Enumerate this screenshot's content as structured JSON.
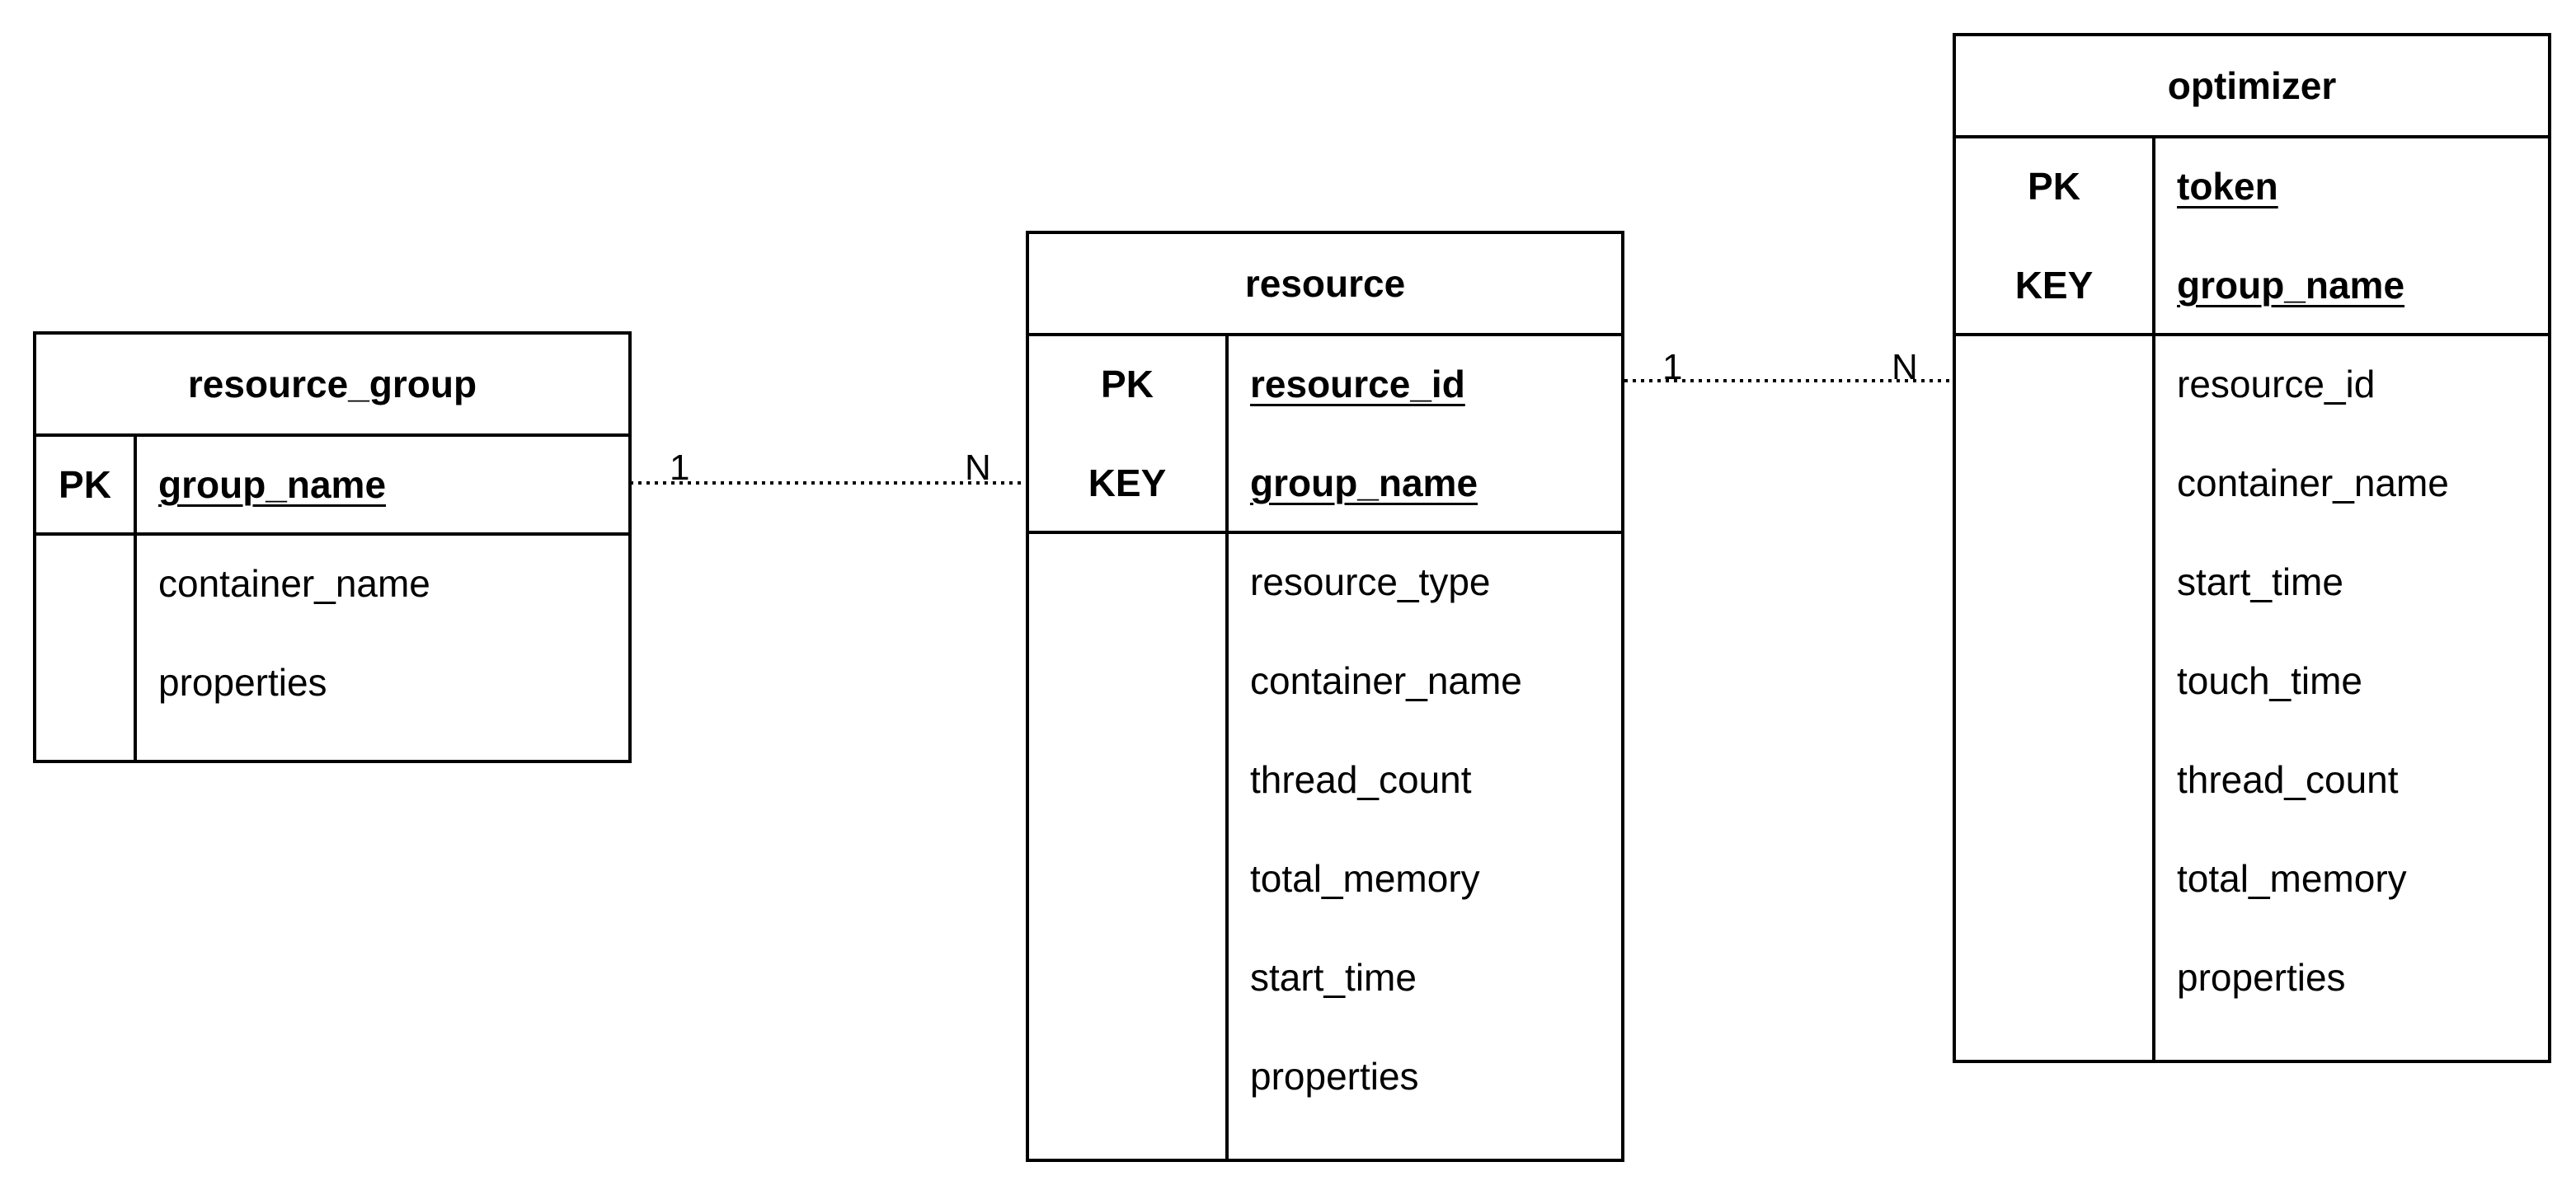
{
  "entities": {
    "resource_group": {
      "title": "resource_group",
      "keys": [
        {
          "key": "PK",
          "field": "group_name"
        }
      ],
      "fields": [
        "container_name",
        "properties"
      ]
    },
    "resource": {
      "title": "resource",
      "keys": [
        {
          "key": "PK",
          "field": "resource_id"
        },
        {
          "key": "KEY",
          "field": "group_name"
        }
      ],
      "fields": [
        "resource_type",
        "container_name",
        "thread_count",
        "total_memory",
        "start_time",
        "properties"
      ]
    },
    "optimizer": {
      "title": "optimizer",
      "keys": [
        {
          "key": "PK",
          "field": "token"
        },
        {
          "key": "KEY",
          "field": "group_name"
        }
      ],
      "fields": [
        "resource_id",
        "container_name",
        "start_time",
        "touch_time",
        "thread_count",
        "total_memory",
        "properties"
      ]
    }
  },
  "relations": [
    {
      "from": "resource_group",
      "to": "resource",
      "from_card": "1",
      "to_card": "N",
      "style": "dotted"
    },
    {
      "from": "resource",
      "to": "optimizer",
      "from_card": "1",
      "to_card": "N",
      "style": "dotted"
    }
  ]
}
